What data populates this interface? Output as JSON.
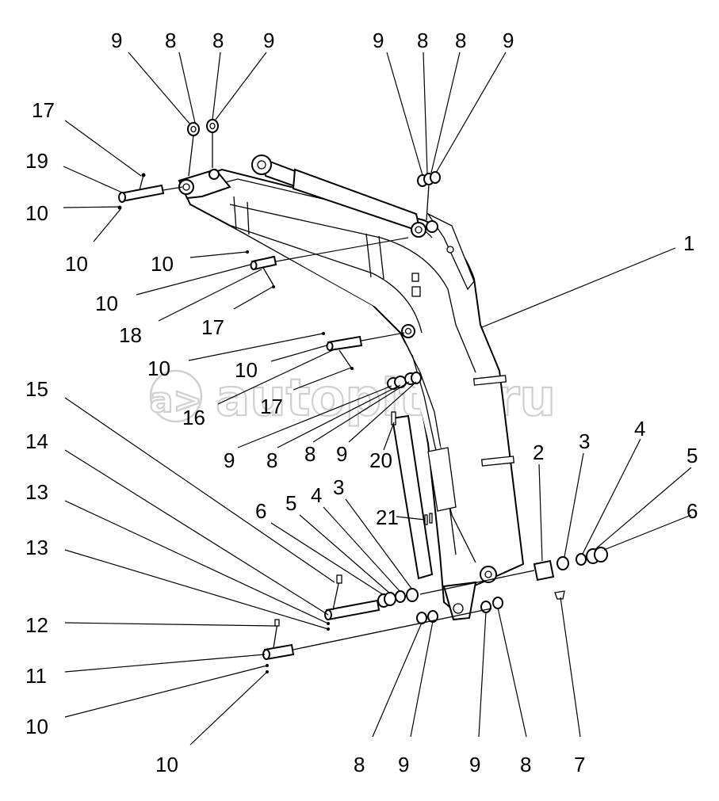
{
  "watermark": {
    "text": "autopiter.ru"
  },
  "labels": {
    "l_tl_9a": "9",
    "l_tl_8a": "8",
    "l_tl_8b": "8",
    "l_tl_9b": "9",
    "l_tr_9a": "9",
    "l_tr_8a": "8",
    "l_tr_8b": "8",
    "l_tr_9b": "9",
    "l_17a": "17",
    "l_19": "19",
    "l_10a": "10",
    "l_10b": "10",
    "l_10c": "10",
    "l_10d": "10",
    "l_18": "18",
    "l_17b": "17",
    "l_1": "1",
    "l_10e": "10",
    "l_10f": "10",
    "l_16": "16",
    "l_17c": "17",
    "l_15": "15",
    "l_14": "14",
    "l_13a": "13",
    "l_13b": "13",
    "l_12": "12",
    "l_11": "11",
    "l_10g": "10",
    "l_10h": "10",
    "l_9c": "9",
    "l_8c": "8",
    "l_8d": "8",
    "l_9d": "9",
    "l_20": "20",
    "l_21": "21",
    "l_6a": "6",
    "l_5a": "5",
    "l_4a": "4",
    "l_3a": "3",
    "l_2": "2",
    "l_3b": "3",
    "l_4b": "4",
    "l_5b": "5",
    "l_6b": "6",
    "l_8e": "8",
    "l_9e": "9",
    "l_9f": "9",
    "l_8f": "8",
    "l_7": "7"
  }
}
